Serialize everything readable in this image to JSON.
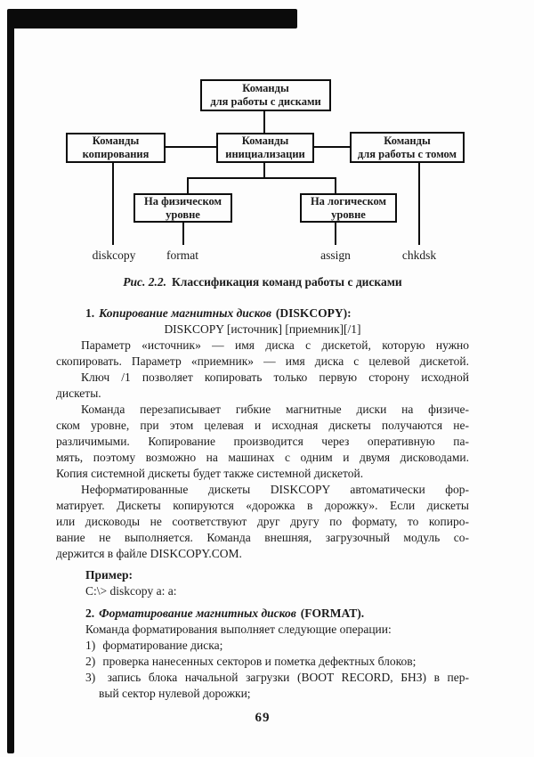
{
  "colors": {
    "ink": "#1b1b1b",
    "line": "#0d0d0d",
    "paper": "#fdfdfd",
    "scan_artifact": "#0b0b0b"
  },
  "diagram": {
    "boxes": {
      "root": {
        "l1": "Команды",
        "l2": "для работы с дисками"
      },
      "copy": {
        "l1": "Команды",
        "l2": "копирования"
      },
      "init": {
        "l1": "Команды",
        "l2": "инициализации"
      },
      "volume": {
        "l1": "Команды",
        "l2": "для работы с томом"
      },
      "physical": {
        "l1": "На физическом",
        "l2": "уровне"
      },
      "logical": {
        "l1": "На логическом",
        "l2": "уровне"
      }
    },
    "labels": {
      "diskcopy": "diskcopy",
      "format": "format",
      "assign": "assign",
      "chkdsk": "chkdsk"
    }
  },
  "caption": {
    "prefix": "Рис. 2.2.",
    "text": "Классификация команд работы с дисками"
  },
  "content": {
    "s1": {
      "num": "1.",
      "title": "Копирование магнитных дисков",
      "suffix": "(DISKCOPY):"
    },
    "syntax": "DISKCOPY [источник] [приемник][/1]",
    "p1": {
      "l1": "Параметр «источник» — имя диска с дискетой, которую нужно",
      "l2": "скопировать. Параметр «приемник» — имя диска с целевой дискетой."
    },
    "p2": {
      "l1": "Ключ /1 позволяет копировать только первую сторону исходной",
      "l2": "дискеты."
    },
    "p3": {
      "l1": "Команда перезаписывает гибкие магнитные диски на физиче-",
      "l2": "ском уровне, при этом целевая и исходная дискеты получаются не-",
      "l3": "различимыми. Копирование производится через оперативную па-",
      "l4": "мять, поэтому возможно на машинах с одним и двумя дисководами.",
      "l5": "Копия системной дискеты будет также системной дискетой."
    },
    "p4": {
      "l1": "Неформатированные дискеты DISKCOPY автоматически фор-",
      "l2": "матирует. Дискеты копируются «дорожка в дорожку». Если дискеты",
      "l3": "или дисководы не соответствуют друг другу по формату, то копиро-",
      "l4": "вание не выполняется. Команда внешняя, загрузочный модуль со-",
      "l5": "держится в файле DISKCOPY.COM."
    },
    "example": {
      "label": "Пример:",
      "code": "C:\\> diskcopy a: a:"
    },
    "s2": {
      "num": "2.",
      "title": "Форматирование магнитных дисков",
      "suffix": "(FORMAT)."
    },
    "s2_intro": "Команда форматирования выполняет следующие операции:",
    "list": {
      "i1": {
        "marker": "1)",
        "l1": "форматирование диска;"
      },
      "i2": {
        "marker": "2)",
        "l1": "проверка нанесенных секторов и пометка дефектных блоков;"
      },
      "i3": {
        "marker": "3)",
        "l1": "запись блока начальной загрузки (BOOT RECORD, БНЗ) в пер-",
        "l2": "вый сектор нулевой дорожки;"
      }
    }
  },
  "page": {
    "number": "69"
  }
}
